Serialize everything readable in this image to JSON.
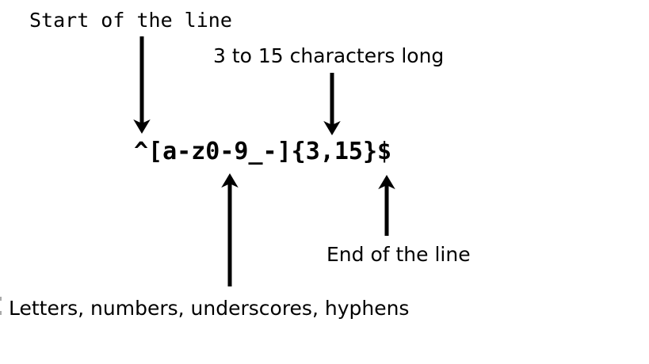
{
  "diagram": {
    "title_hint": "regex-explanation",
    "regex_pattern": "^[a-z0-9_-]{3,15}$",
    "annotations": {
      "start_of_line": "Start of the line",
      "length": "3 to 15 characters long",
      "character_class": "Letters, numbers, underscores, hyphens",
      "end_of_line": "End of the line"
    },
    "colors": {
      "text": "#000000",
      "background": "#ffffff",
      "arrow": "#000000"
    }
  }
}
